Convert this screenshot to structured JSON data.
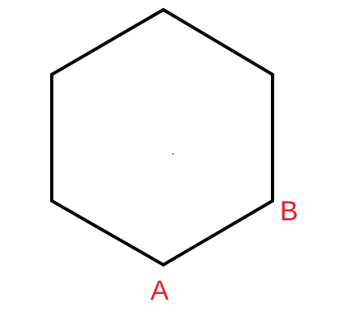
{
  "diagram": {
    "shape": "regular-hexagon",
    "stroke_color": "#000000",
    "label_color": "#e8202a",
    "center_mark_color": "#e8202a",
    "vertex_labels": {
      "a": "A",
      "b": "B"
    }
  }
}
